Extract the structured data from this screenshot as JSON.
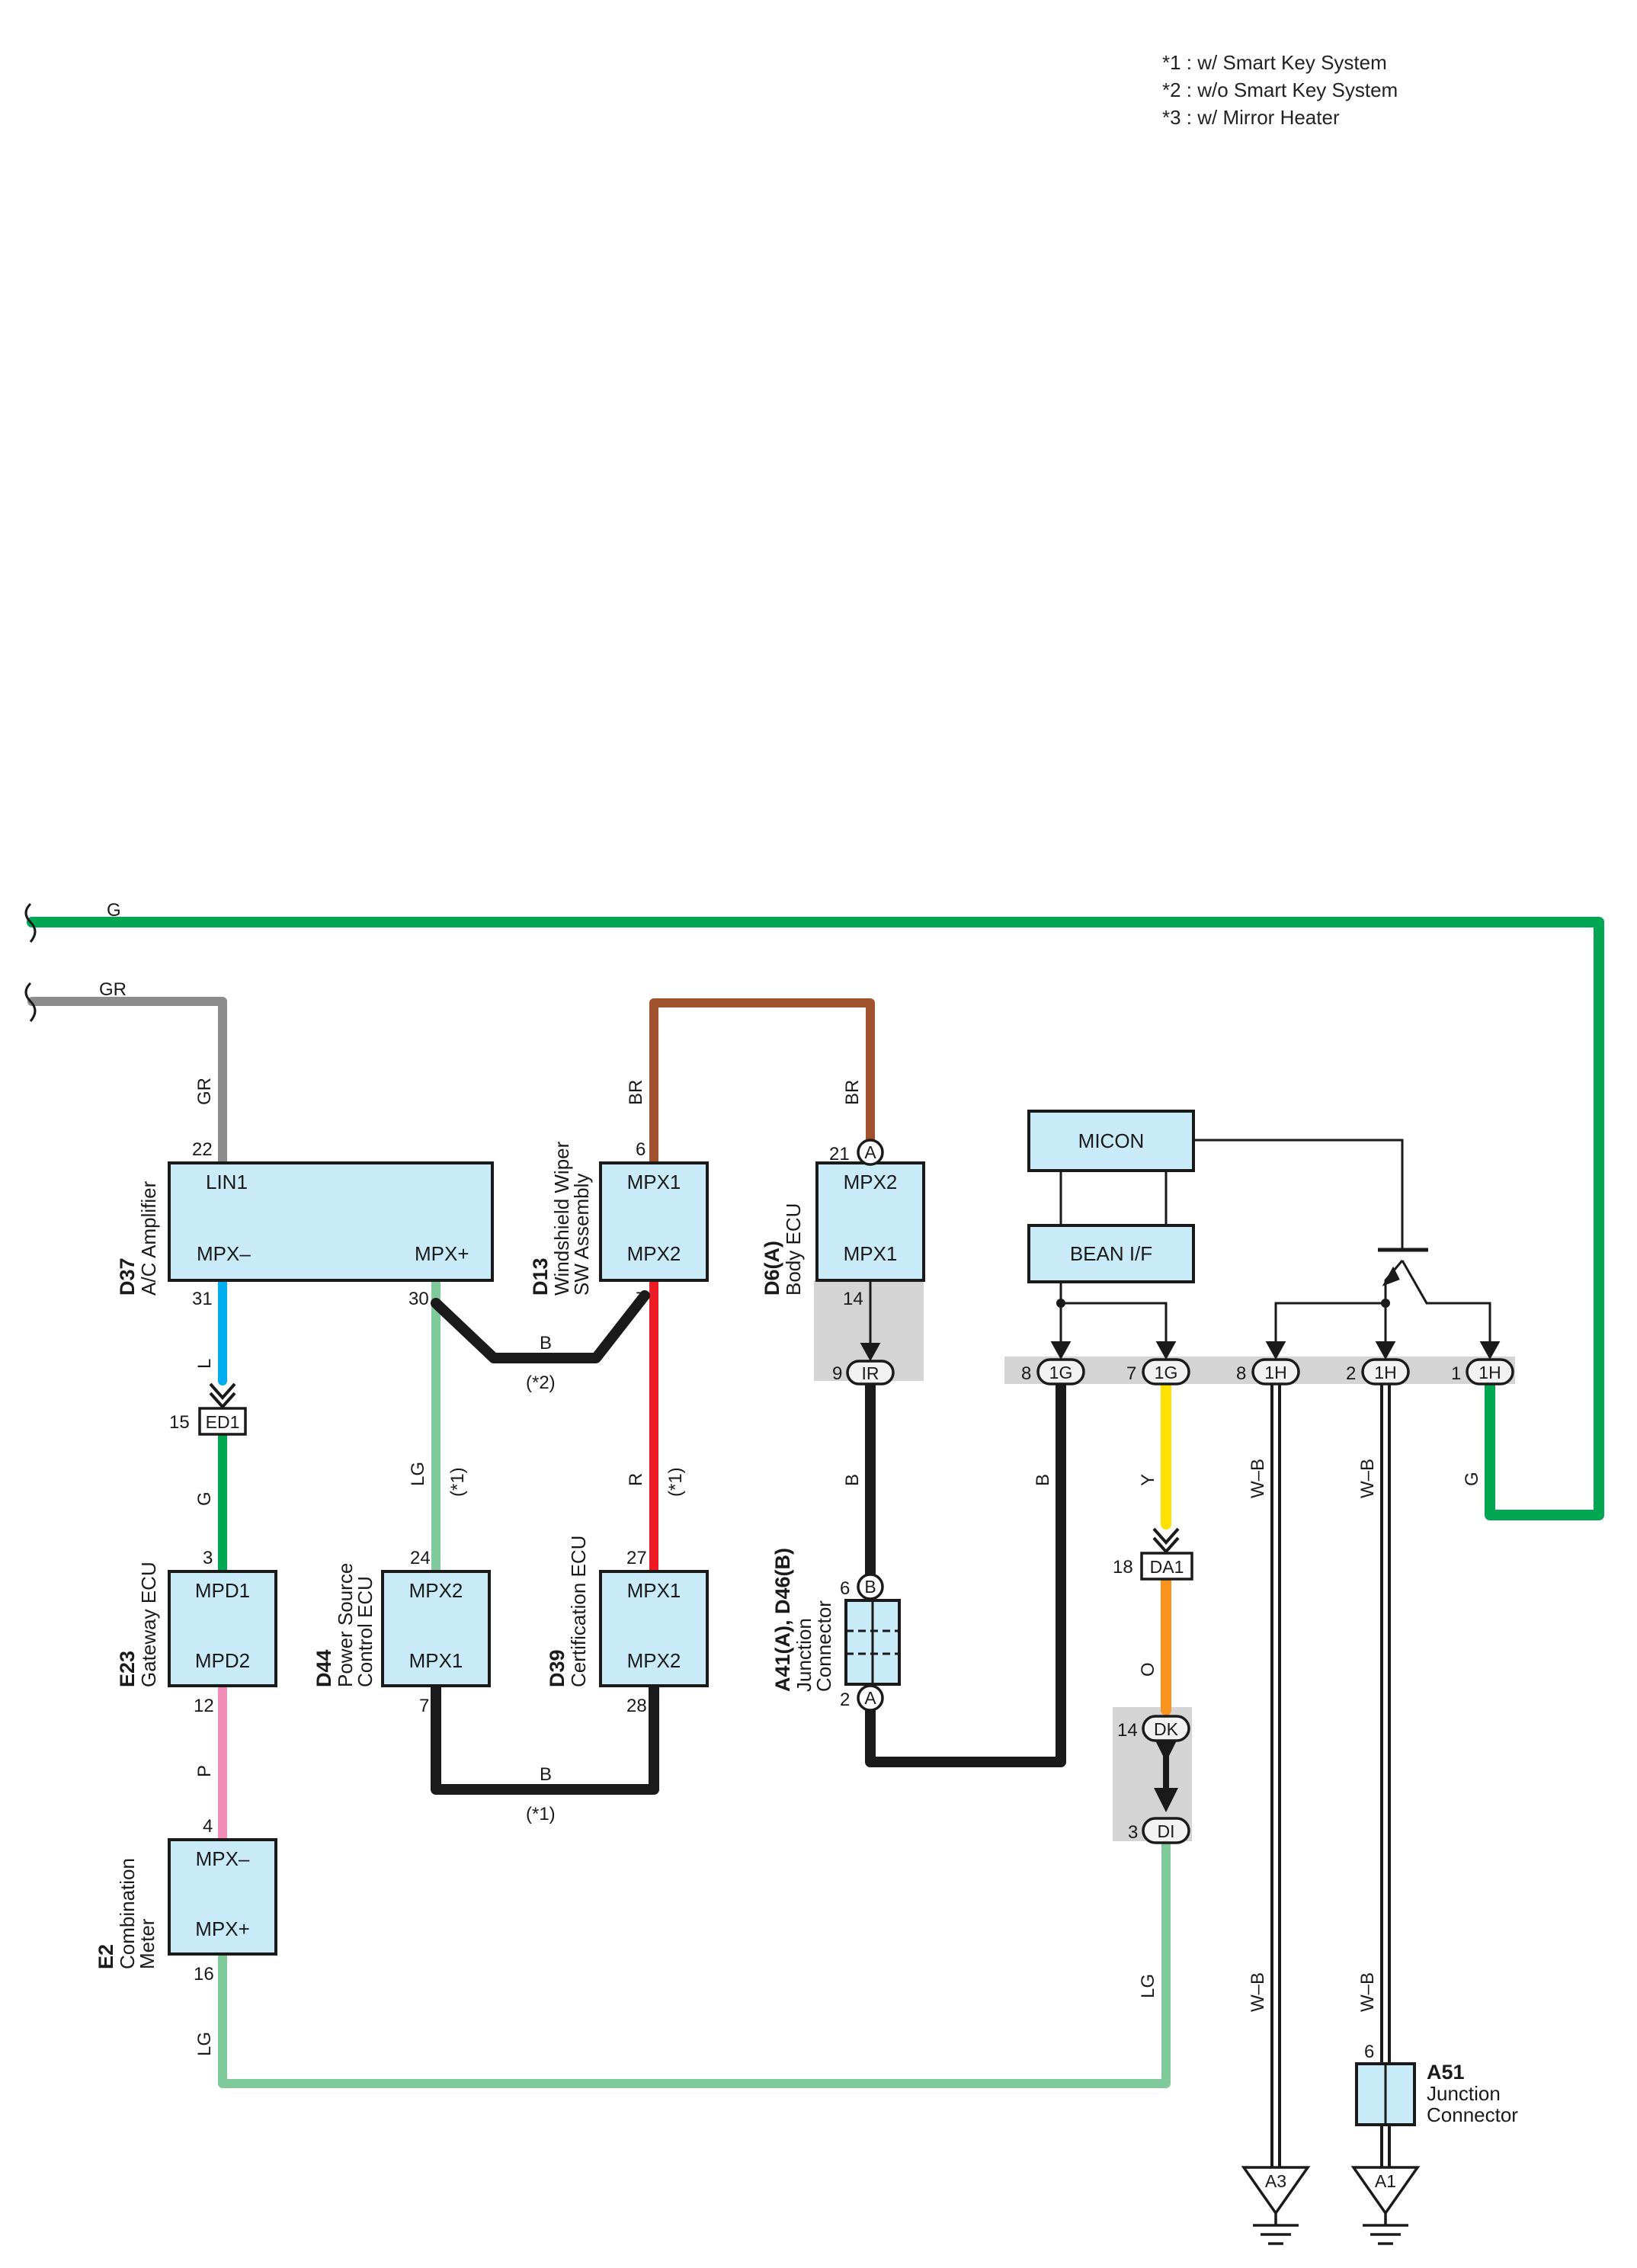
{
  "notes": [
    "*1 : w/ Smart Key System",
    "*2 : w/o Smart Key System",
    "*3 : w/ Mirror Heater"
  ],
  "wire_colors": {
    "G": "#00a651",
    "GR": "#8c8c8c",
    "BR": "#a0522d",
    "L": "#00aeef",
    "LG": "#7fc99a",
    "P": "#f28cb8",
    "R": "#ed1c24",
    "B": "#1a1a1a",
    "Y": "#ffe100",
    "O": "#f7931e",
    "W-B": "#444444"
  },
  "components": {
    "d37": {
      "ref": "D37",
      "name": "A/C Amplifier",
      "t1": "LIN1",
      "t2": "MPX–",
      "t3": "MPX+"
    },
    "d13": {
      "ref": "D13",
      "name1": "Windshield Wiper",
      "name2": "SW Assembly",
      "t1": "MPX1",
      "t2": "MPX2"
    },
    "d6": {
      "ref": "D6(A)",
      "name": "Body ECU",
      "t1": "MPX2",
      "t2": "MPX1"
    },
    "e23": {
      "ref": "E23",
      "name": "Gateway ECU",
      "t1": "MPD1",
      "t2": "MPD2"
    },
    "d44": {
      "ref": "D44",
      "name1": "Power Source",
      "name2": "Control ECU",
      "t1": "MPX2",
      "t2": "MPX1"
    },
    "d39": {
      "ref": "D39",
      "name": "Certification ECU",
      "t1": "MPX1",
      "t2": "MPX2"
    },
    "e2": {
      "ref": "E2",
      "name1": "Combination",
      "name2": "Meter",
      "t1": "MPX–",
      "t2": "MPX+"
    },
    "a41": {
      "ref": "A41(A), D46(B)",
      "name1": "Junction",
      "name2": "Connector"
    },
    "a51": {
      "ref": "A51",
      "name1": "Junction",
      "name2": "Connector"
    },
    "micon": "MICON",
    "bean": "BEAN I/F"
  },
  "pins": {
    "p22": "22",
    "p31": "31",
    "p30": "30",
    "p6": "6",
    "p7": "7",
    "p21": "21",
    "p14": "14",
    "p9": "9",
    "p15": "15",
    "p3": "3",
    "p12": "12",
    "p4": "4",
    "p16": "16",
    "p24": "24",
    "p7b": "7",
    "p27": "27",
    "p28": "28",
    "p6b": "6",
    "p2": "2",
    "p8a": "8",
    "p7c": "7",
    "p8b": "8",
    "p2b": "2",
    "p1": "1",
    "p18": "18",
    "p14b": "14",
    "p3b": "3",
    "p6c": "6"
  },
  "junctions": {
    "ed1": "ED1",
    "ir": "IR",
    "a": "A",
    "b": "B",
    "a2": "A",
    "g1": "1G",
    "g2": "1G",
    "h1": "1H",
    "h2": "1H",
    "h3": "1H",
    "da1": "DA1",
    "dk": "DK",
    "di": "DI",
    "a3": "A3",
    "a1": "A1"
  },
  "wire_labels": {
    "g_top": "G",
    "gr_top": "GR",
    "gr_v": "GR",
    "br_l": "BR",
    "br_r": "BR",
    "l": "L",
    "g_v": "G",
    "p": "P",
    "lg_bot": "LG",
    "lg_d44": "LG",
    "s1a": "(*1)",
    "r": "R",
    "s1b": "(*1)",
    "b_top": "B",
    "s2": "(*2)",
    "b_bot": "B",
    "s1c": "(*1)",
    "b_d6": "B",
    "b_1g": "B",
    "y": "Y",
    "o": "O",
    "lg_di": "LG",
    "wb1": "W–B",
    "wb2": "W–B",
    "wb3": "W–B",
    "wb4": "W–B",
    "g_1h": "G"
  }
}
